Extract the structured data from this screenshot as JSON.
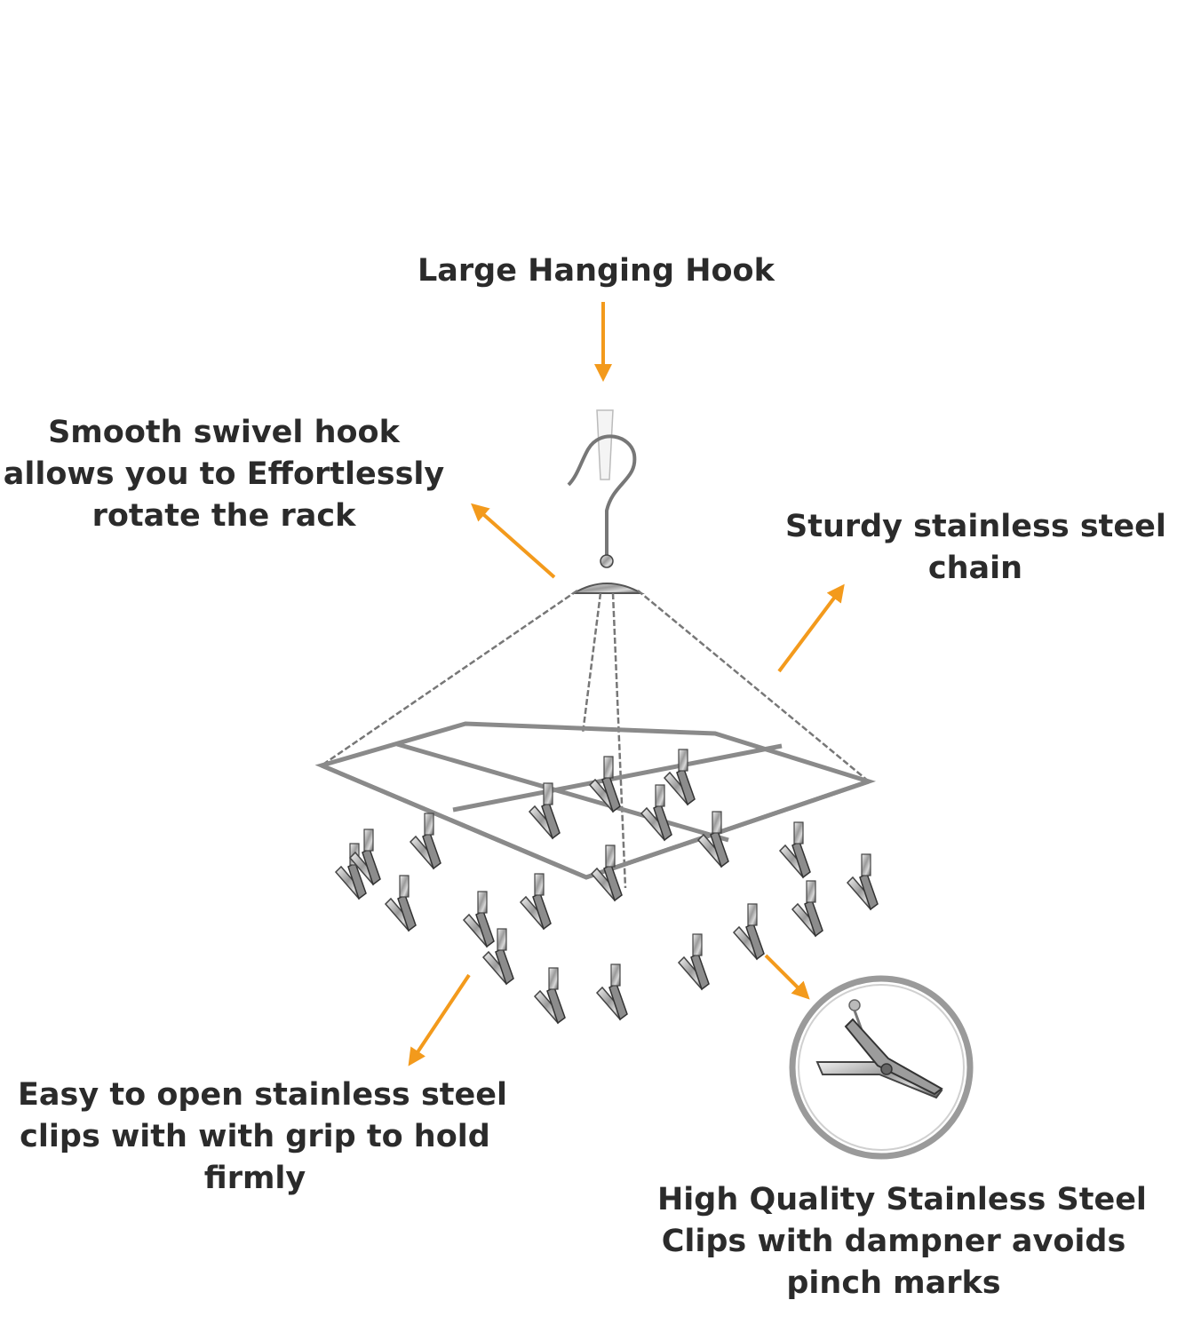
{
  "accent_color": "#f39a1c",
  "callouts": {
    "hanging_hook": {
      "lines": [
        "Large Hanging Hook"
      ]
    },
    "swivel_hook": {
      "lines": [
        "Smooth swivel hook",
        "allows you to  Effortlessly",
        "rotate the rack"
      ]
    },
    "chain": {
      "lines": [
        "Sturdy stainless steel",
        "chain"
      ]
    },
    "easy_clips": {
      "lines": [
        "Easy to open stainless steel",
        "clips with with grip to hold",
        "firmly"
      ]
    },
    "quality_clips": {
      "lines": [
        "High Quality Stainless Steel",
        "Clips with dampner avoids",
        "pinch marks"
      ]
    }
  },
  "image": {
    "subject": "stainless-steel-hanging-clip-rack",
    "inset_subject": "single-steel-clip"
  }
}
